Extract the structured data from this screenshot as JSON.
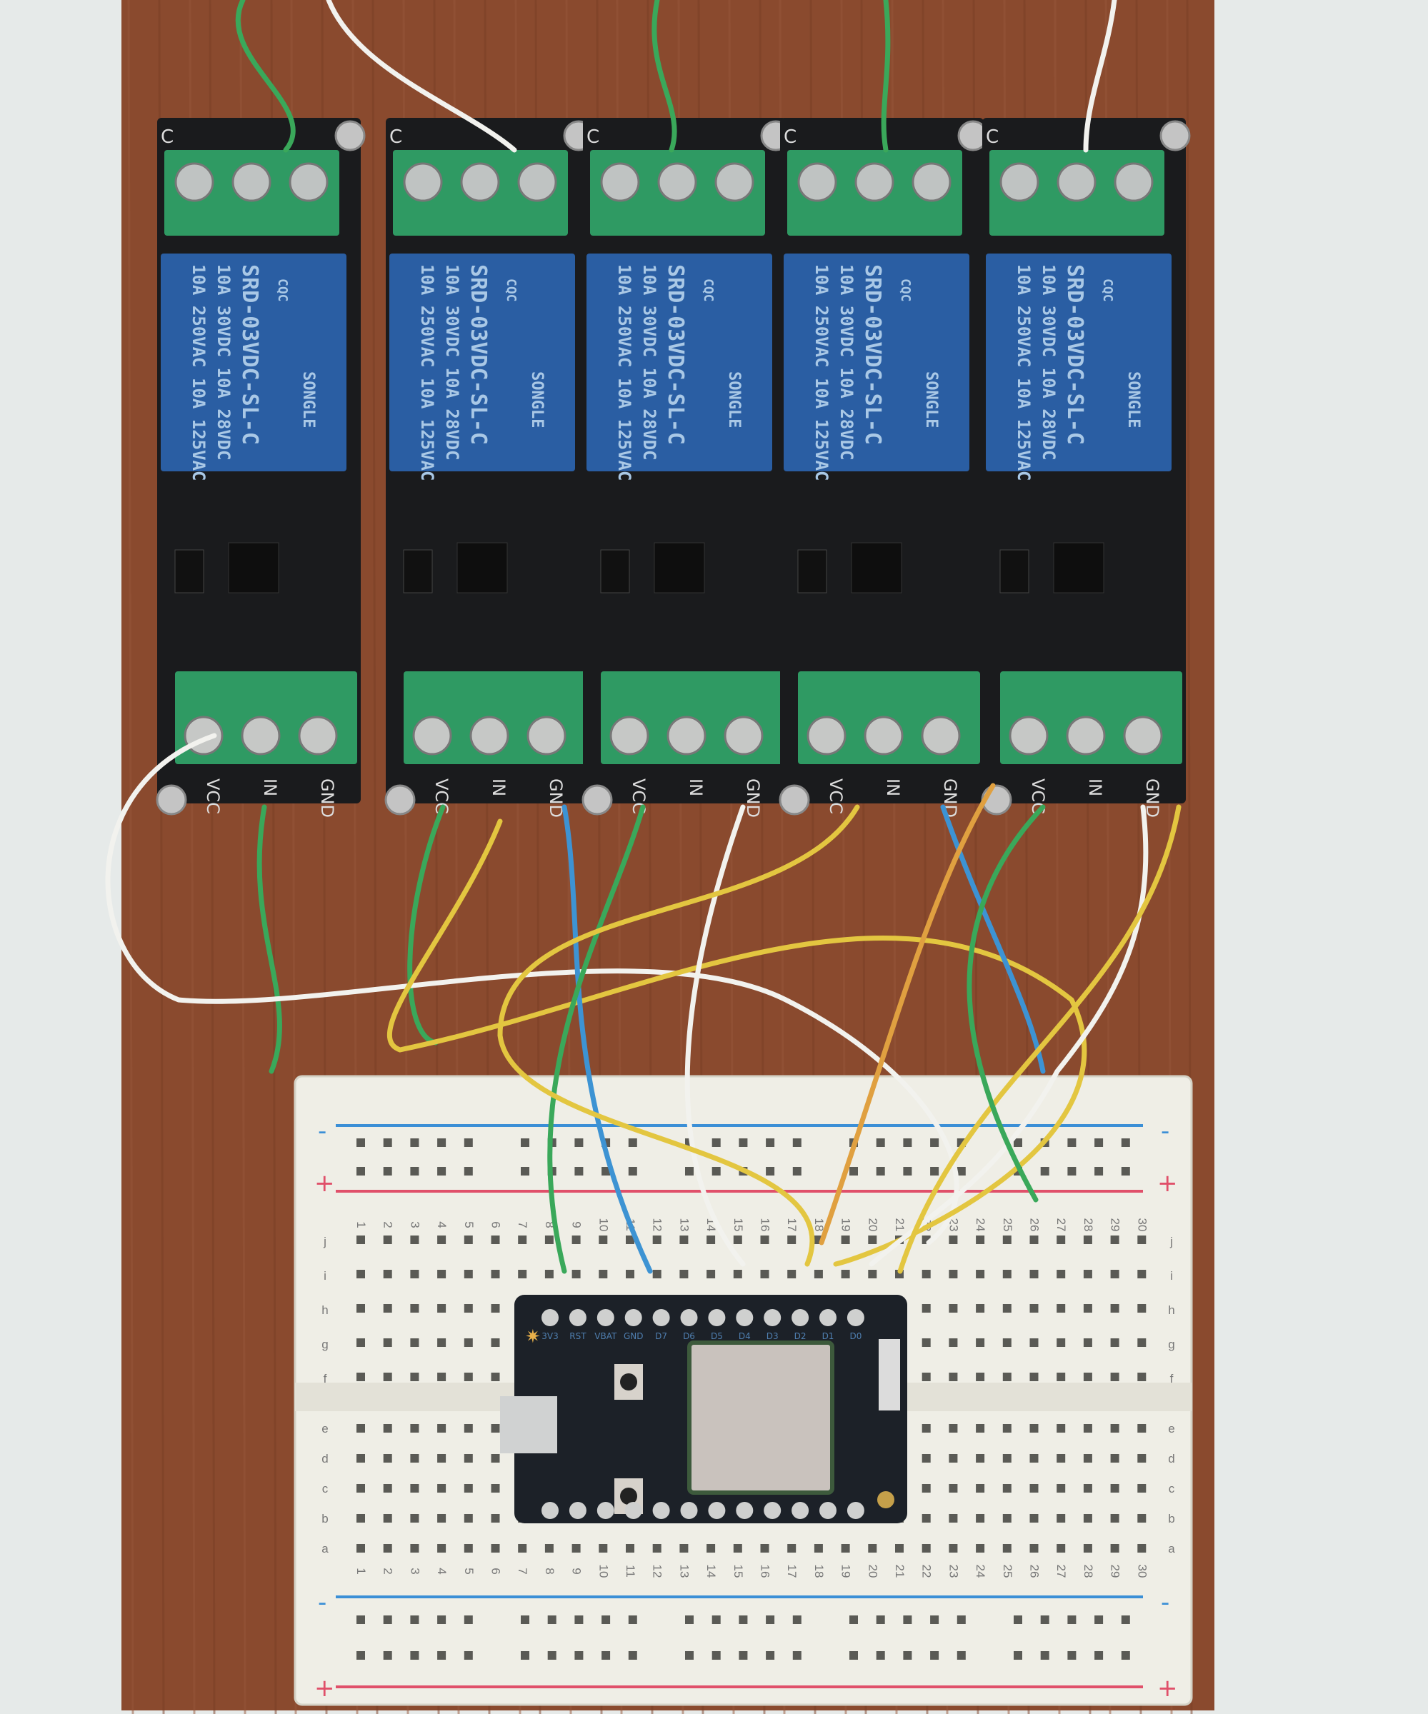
{
  "relays": {
    "count": 5,
    "brand": "SONGLE",
    "model": "SRD-03VDC-SL-C",
    "rating_line1": "10A 250VAC 10A 125VAC",
    "rating_line2": "10A 30VDC 10A 28VDC",
    "cert_mark": "CQC",
    "top_pin_label": "C",
    "bottom_pins": [
      "VCC",
      "IN",
      "GND"
    ],
    "colors": {
      "relay_body": "#2a5ea3",
      "terminal": "#2f9a63",
      "pcb": "#1a1b1d"
    }
  },
  "breadboard": {
    "rows_top": [
      "j",
      "i",
      "h",
      "g",
      "f"
    ],
    "rows_bottom": [
      "e",
      "d",
      "c",
      "b",
      "a"
    ],
    "columns": [
      "1",
      "2",
      "3",
      "4",
      "5",
      "6",
      "7",
      "8",
      "9",
      "10",
      "11",
      "12",
      "13",
      "14",
      "15",
      "16",
      "17",
      "18",
      "19",
      "20",
      "21",
      "22",
      "23",
      "24",
      "25",
      "26",
      "27",
      "28",
      "29",
      "30"
    ],
    "rail_minus": "-",
    "rail_plus": "+",
    "colors": {
      "body": "#efeee6",
      "minus_line": "#3b8fd6",
      "plus_line": "#e0506a"
    }
  },
  "microcontroller": {
    "top_pins": [
      "3V3",
      "RST",
      "VBAT",
      "GND",
      "D7",
      "D6",
      "D5",
      "D4",
      "D3",
      "D2",
      "D1",
      "D0"
    ],
    "colors": {
      "pcb": "#1c2128",
      "module": "#c9c2bd"
    }
  },
  "wires": {
    "colors": [
      "#3aa85a",
      "#f2f2ee",
      "#e3c640",
      "#3d93d3",
      "#e0a040"
    ]
  },
  "board": {
    "color": "#8a4a2e"
  }
}
